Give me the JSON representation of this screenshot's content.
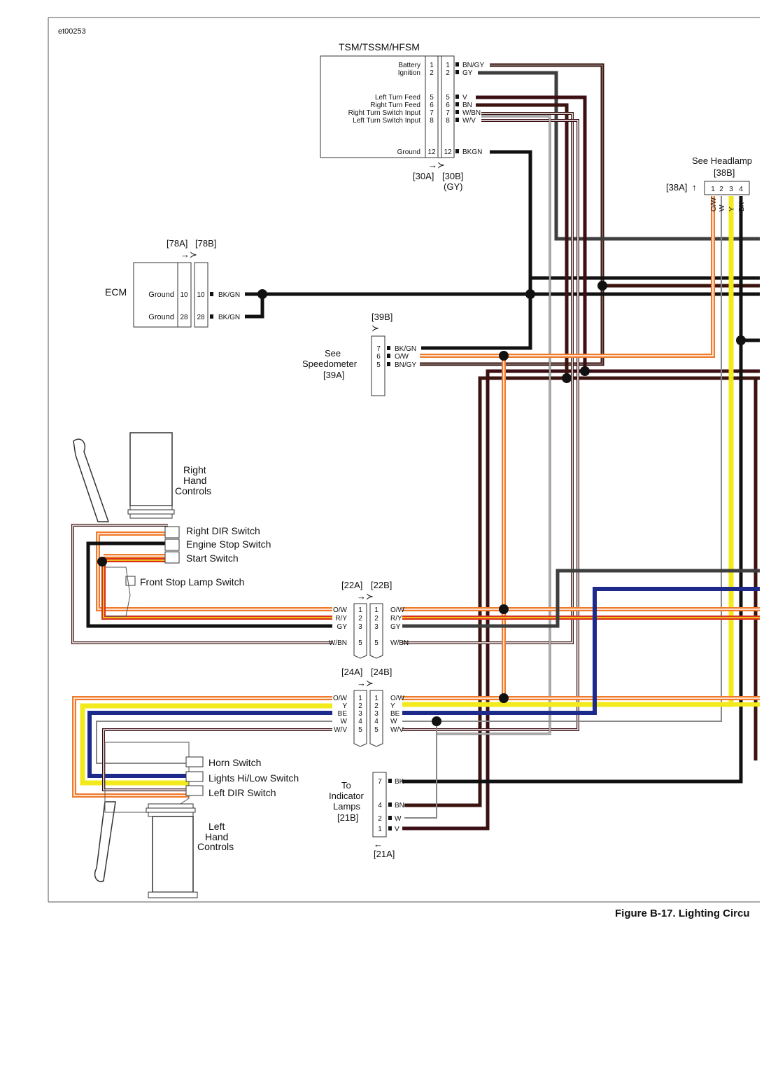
{
  "document_id": "et00253",
  "caption": "Figure B-17. Lighting Circu",
  "tsm": {
    "title": "TSM/TSSM/HFSM",
    "pins_left": [
      {
        "num": "1",
        "label": "Battery"
      },
      {
        "num": "2",
        "label": "Ignition"
      },
      {
        "num": "5",
        "label": "Left Turn Feed"
      },
      {
        "num": "6",
        "label": "Right Turn Feed"
      },
      {
        "num": "7",
        "label": "Right Turn Switch Input"
      },
      {
        "num": "8",
        "label": "Left Turn Switch Input"
      },
      {
        "num": "12",
        "label": "Ground"
      }
    ],
    "pins_right": [
      {
        "num": "1",
        "wire": "BN/GY"
      },
      {
        "num": "2",
        "wire": "GY"
      },
      {
        "num": "5",
        "wire": "V"
      },
      {
        "num": "6",
        "wire": "BN"
      },
      {
        "num": "7",
        "wire": "W/BN"
      },
      {
        "num": "8",
        "wire": "W/V"
      },
      {
        "num": "12",
        "wire": "BKGN"
      }
    ],
    "connector_a": "[30A]",
    "connector_b": "[30B]",
    "connector_b_color": "(GY)"
  },
  "headlamp": {
    "label": "See Headlamp",
    "connector_b": "[38B]",
    "connector_a": "[38A]",
    "pins": [
      "1",
      "2",
      "3",
      "4"
    ],
    "wires": [
      "O/W",
      "W",
      "Y",
      "BK"
    ]
  },
  "ecm": {
    "label": "ECM",
    "connector_a": "[78A]",
    "connector_b": "[78B]",
    "pins": [
      {
        "label": "Ground",
        "num": "10",
        "wire": "BK/GN"
      },
      {
        "label": "Ground",
        "num": "28",
        "wire": "BK/GN"
      }
    ]
  },
  "speedometer": {
    "connector_b": "[39B]",
    "label_line1": "See",
    "label_line2": "Speedometer",
    "label_line3": "[39A]",
    "pins": [
      {
        "num": "7",
        "wire": "BK/GN"
      },
      {
        "num": "6",
        "wire": "O/W"
      },
      {
        "num": "5",
        "wire": "BN/GY"
      }
    ]
  },
  "right_hand": {
    "label_line1": "Right",
    "label_line2": "Hand",
    "label_line3": "Controls",
    "switches": [
      "Right DIR Switch",
      "Engine Stop Switch",
      "Start Switch",
      "Front Stop Lamp Switch"
    ]
  },
  "conn22": {
    "a": "[22A]",
    "b": "[22B]",
    "pins": [
      {
        "num": "1",
        "wire": "O/W"
      },
      {
        "num": "2",
        "wire": "R/Y"
      },
      {
        "num": "3",
        "wire": "GY"
      },
      {
        "num": "5",
        "wire": "W/BN"
      }
    ]
  },
  "conn24": {
    "a": "[24A]",
    "b": "[24B]",
    "pins": [
      {
        "num": "1",
        "wire": "O/W"
      },
      {
        "num": "2",
        "wire": "Y"
      },
      {
        "num": "3",
        "wire": "BE"
      },
      {
        "num": "4",
        "wire": "W"
      },
      {
        "num": "5",
        "wire": "W/V"
      }
    ]
  },
  "left_hand": {
    "label_line1": "Left",
    "label_line2": "Hand",
    "label_line3": "Controls",
    "switches": [
      "Horn Switch",
      "Lights Hi/Low Switch",
      "Left DIR Switch"
    ]
  },
  "indicator": {
    "label_line1": "To",
    "label_line2": "Indicator",
    "label_line3": "Lamps",
    "label_line4": "[21B]",
    "connector_a": "[21A]",
    "pins": [
      {
        "num": "7",
        "wire": "BK"
      },
      {
        "num": "4",
        "wire": "BN"
      },
      {
        "num": "2",
        "wire": "W"
      },
      {
        "num": "1",
        "wire": "V"
      }
    ]
  },
  "colors": {
    "black": "#111111",
    "brown": "#3b140f",
    "gray": "#3e3e3e",
    "orange": "#f07a2a",
    "red": "#d8321e",
    "yellow": "#f2ea1c",
    "blue": "#1d2a8c",
    "violet": "#3b0f14"
  }
}
